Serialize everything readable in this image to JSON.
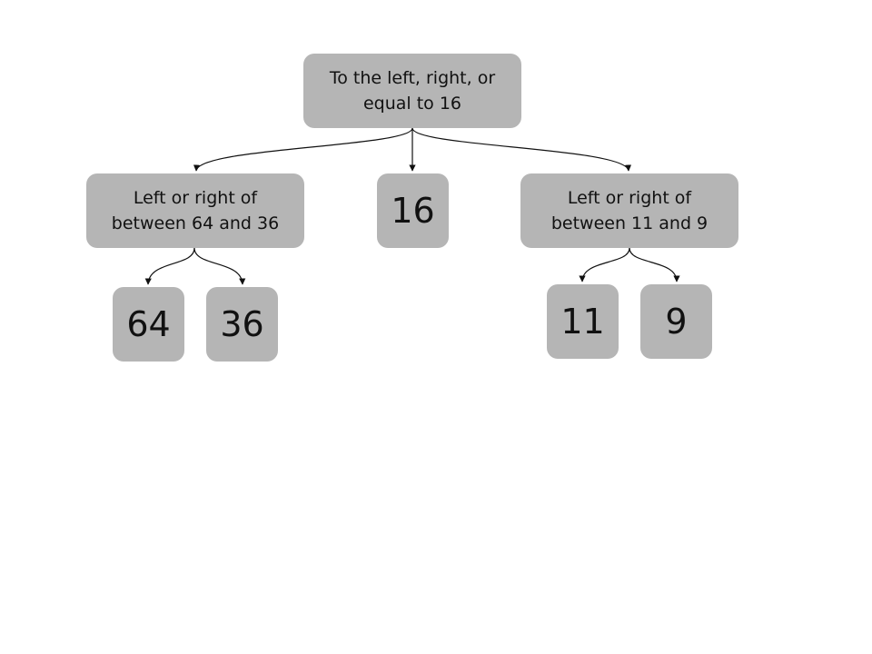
{
  "tree": {
    "root": {
      "label": "To the left, right, or equal to 16"
    },
    "left_question": {
      "label": "Left or right of between 64 and 36"
    },
    "middle_leaf": {
      "value": "16"
    },
    "right_question": {
      "label": "Left or right of between 11 and 9"
    },
    "left_children": [
      {
        "value": "64"
      },
      {
        "value": "36"
      }
    ],
    "right_children": [
      {
        "value": "11"
      },
      {
        "value": "9"
      }
    ]
  }
}
